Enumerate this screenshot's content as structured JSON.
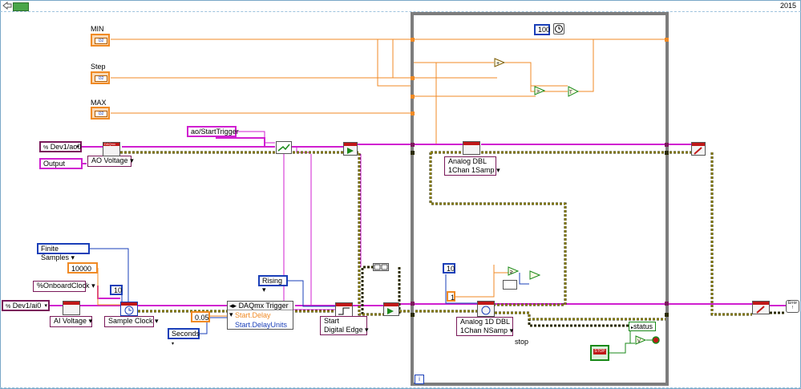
{
  "header": {
    "version_label": "2015"
  },
  "controls": {
    "min_label": "MIN",
    "step_label": "Step",
    "max_label": "MAX",
    "min_terminal_text": "I32",
    "step_terminal_text": "I32",
    "max_terminal_text": "I32"
  },
  "constants": {
    "ao_channel": "Dev1/ao0",
    "ai_channel": "Dev1/ai0",
    "output_label": "Output",
    "ao_start_trigger": "ao/StartTrigger",
    "finite_samples": "Finite Samples",
    "samples_count": "10000",
    "onboard_clock": "OnboardClock",
    "rate_value": "10",
    "delay_value": "0.05",
    "seconds_label": "Seconds",
    "rising_label": "Rising",
    "loop_wait_ms": "100",
    "read_samples": "10",
    "read_timeout": "1",
    "channel_prefix": "%"
  },
  "nodes": {
    "ao_voltage": "AO Voltage",
    "ai_voltage": "AI Voltage",
    "sample_clock": "Sample Clock",
    "start_digital_edge_line1": "Start",
    "start_digital_edge_line2": "Digital Edge",
    "trigger_title": "DAQmx Trigger",
    "trigger_prop_delay": "Start.Delay",
    "trigger_prop_units": "Start.DelayUnits",
    "write_poly_line1": "Analog DBL",
    "write_poly_line2": "1Chan 1Samp",
    "read_poly_line1": "Analog 1D DBL",
    "read_poly_line2": "1Chan NSamp",
    "stop_label": "stop",
    "status_label": "status",
    "stop_button_text": "STOP",
    "loop_iteration": "i",
    "daqmx_tag": "DAQmx",
    "error_tag": "Error"
  },
  "colors": {
    "orange_wire": "#f08a24",
    "pink_wire": "#d01fd0",
    "task_wire": "#7a1a5a",
    "error_wire": "#b8a800",
    "blue_wire": "#1a3fb8",
    "green_wire": "#1a8a1a",
    "loop_border": "#7d7d7d"
  }
}
